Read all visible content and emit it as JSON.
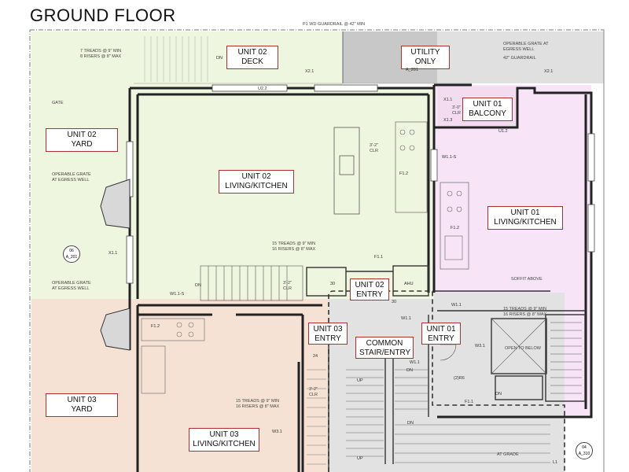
{
  "title": "GROUND FLOOR",
  "colors": {
    "unit01": "#f7e4f6",
    "unit02": "#eef6e0",
    "unit03": "#f6e2d4",
    "common": "#e2e2e2",
    "utility": "#c8c8c8",
    "label_border": "#b03030"
  },
  "rooms": {
    "unit02_deck": "UNIT 02\nDECK",
    "utility_only": "UTILITY\nONLY",
    "unit01_balcony": "UNIT 01\nBALCONY",
    "unit02_yard": "UNIT 02\nYARD",
    "unit02_living": "UNIT 02\nLIVING/KITCHEN",
    "unit01_living": "UNIT 01\nLIVING/KITCHEN",
    "unit02_entry": "UNIT 02\nENTRY",
    "unit03_entry": "UNIT 03\nENTRY",
    "common_stair": "COMMON\nSTAIR/ENTRY",
    "unit01_entry": "UNIT 01\nENTRY",
    "unit03_yard": "UNIT 03\nYARD",
    "unit03_living": "UNIT 03\nLIVING/KITCHEN"
  },
  "notes": {
    "guardrail_top": "P1 WD GUARDRAIL @ 42\" MIN",
    "treads_deck": "7 TREADS @ 9\" MIN\n8 RISERS @ 8\" MAX",
    "grate_egress_right": "OPERABLE GRATE AT\nEGRESS WELL",
    "guardrail_42": "42\" GUARDRAIL",
    "gate": "GATE",
    "operable_grate_1": "OPERABLE GRATE\nAT EGRESS WELL",
    "operable_grate_2": "OPERABLE GRATE\nAT EGRESS WELL",
    "treads_unit02": "15 TREADS @ 9\" MIN\n16 RISERS @ 8\" MAX",
    "treads_unit01": "15 TREADS @ 9\" MIN\n16 RISERS @ 8\" MAX",
    "treads_unit03": "15 TREADS @ 9\" MIN\n16 RISERS @ 8\" MAX",
    "soffit": "SOFFIT ABOVE",
    "open_below": "OPEN TO BELOW",
    "at_grade": "AT GRADE",
    "clr_1": "3'-2\"\nCLR",
    "clr_2": "3'-2\"\nCLR",
    "clr_3": "3'-2\"\nCLR",
    "clr_4": "3'-0\"\nCLR"
  },
  "tags": {
    "dn_deck": "DN",
    "x21_a": "X2.1",
    "x21_b": "X2.1",
    "u22": "U2.2",
    "x11_a": "X1.1",
    "x11_b": "X1.1",
    "x13": "X1.3",
    "u12": "U1.2",
    "w11s_a": "W1.1-S",
    "w11s_b": "W1.1-S",
    "f12_a": "F1.2",
    "f12_b": "F1.2",
    "f12_c": "F1.2",
    "f11_a": "F1.1",
    "f11_b": "F1.1",
    "w11_a": "W1.1",
    "w11_b": "W1.1",
    "w11_c": "W1.1",
    "w31_a": "W3.1",
    "w31_b": "W3.1",
    "dn_a": "DN",
    "dn_b": "DN",
    "dn_c": "DN",
    "dn_d": "DN",
    "up_a": "UP",
    "up_b": "UP",
    "ahu": "AHU",
    "n30_a": "30",
    "n30_b": "30",
    "n24": "24",
    "r2r6": "(2)R6",
    "sec06": "06\nA_201",
    "sec04": "04\nA_310",
    "sec_util": "A_201",
    "l1": "L1"
  }
}
